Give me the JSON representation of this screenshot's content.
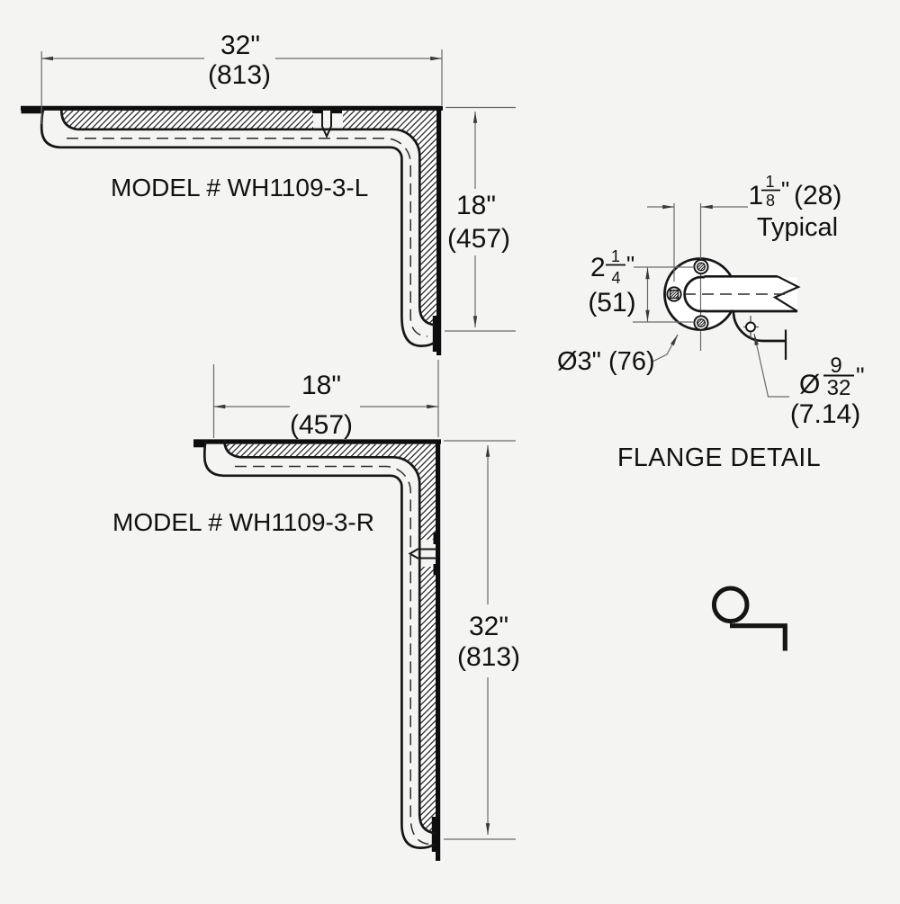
{
  "colors": {
    "background": "#f4f4f2",
    "drawing_line": "#161616",
    "dimension_line": "#6a6a6a",
    "text": "#111111"
  },
  "drawings": {
    "left_model": {
      "model_label": "MODEL # WH1109-3-L",
      "horizontal_dim_in": "32\"",
      "horizontal_dim_mm": "(813)",
      "vertical_dim_in": "18\"",
      "vertical_dim_mm": "(457)"
    },
    "right_model": {
      "model_label": "MODEL # WH1109-3-R",
      "horizontal_dim_in": "18\"",
      "horizontal_dim_mm": "(457)",
      "vertical_dim_in": "32\"",
      "vertical_dim_mm": "(813)"
    }
  },
  "flange_detail": {
    "title": "FLANGE DETAIL",
    "screw_spacing": {
      "whole": "1",
      "numerator": "1",
      "denominator": "8",
      "unit": "\"",
      "mm": "(28)",
      "note": "Typical"
    },
    "bolt_spacing": {
      "whole": "2",
      "numerator": "1",
      "denominator": "4",
      "unit": "\"",
      "mm": "(51)"
    },
    "flange_diameter": "Ø3\" (76)",
    "hole_diameter": {
      "symbol": "Ø",
      "numerator": "9",
      "denominator": "32",
      "unit": "\"",
      "mm": "(7.14)"
    }
  }
}
